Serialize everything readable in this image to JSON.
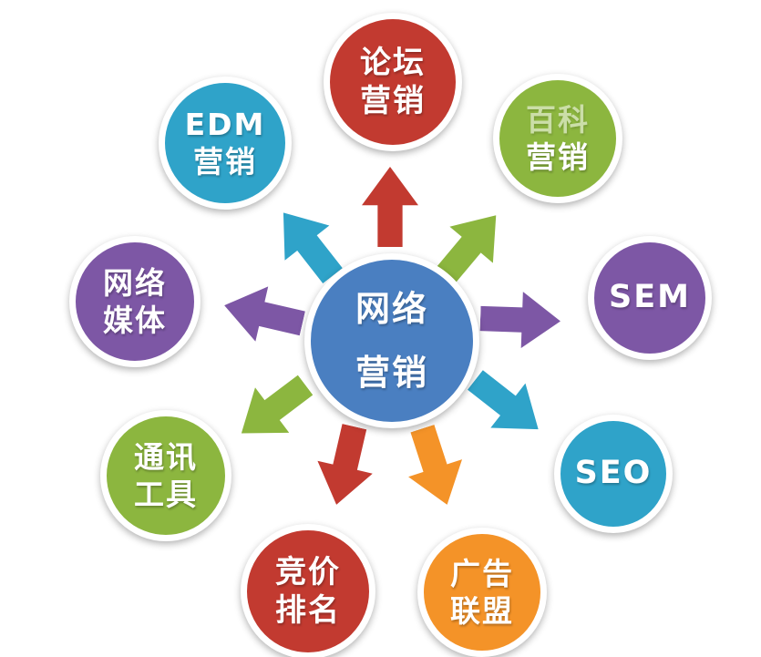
{
  "diagram_title": "网络营销",
  "colors": {
    "red": "#c23a30",
    "teal": "#2fa3c9",
    "green": "#8cb63f",
    "purple": "#7d57a5",
    "blue": "#4a7fc1",
    "orange": "#f49328",
    "background": "#ffffff"
  },
  "center": {
    "lines": [
      "网络",
      "营销"
    ],
    "color": "#4a7fc1"
  },
  "nodes": [
    {
      "id": "forum-marketing",
      "lines": [
        "论坛",
        "营销"
      ],
      "color": "#c23a30"
    },
    {
      "id": "baike-marketing",
      "lines": [
        "百科",
        "营销"
      ],
      "color": "#8cb63f"
    },
    {
      "id": "sem",
      "lines": [
        "SEM"
      ],
      "color": "#7d57a5"
    },
    {
      "id": "seo",
      "lines": [
        "SEO"
      ],
      "color": "#2fa3c9"
    },
    {
      "id": "ad-alliance",
      "lines": [
        "广告",
        "联盟"
      ],
      "color": "#f49328"
    },
    {
      "id": "bidding-ranking",
      "lines": [
        "竞价",
        "排名"
      ],
      "color": "#c23a30"
    },
    {
      "id": "communication-tools",
      "lines": [
        "通讯",
        "工具"
      ],
      "color": "#8cb63f"
    },
    {
      "id": "network-media",
      "lines": [
        "网络",
        "媒体"
      ],
      "color": "#7d57a5"
    },
    {
      "id": "edm-marketing",
      "lines": [
        "EDM",
        "营销"
      ],
      "color": "#2fa3c9"
    }
  ],
  "arrows": [
    {
      "id": "arrow-to-forum",
      "color": "#c23a30"
    },
    {
      "id": "arrow-to-edm",
      "color": "#2fa3c9"
    },
    {
      "id": "arrow-to-baike",
      "color": "#8cb63f"
    },
    {
      "id": "arrow-to-media",
      "color": "#7d57a5"
    },
    {
      "id": "arrow-to-sem",
      "color": "#7d57a5"
    },
    {
      "id": "arrow-to-tools",
      "color": "#8cb63f"
    },
    {
      "id": "arrow-to-seo",
      "color": "#2fa3c9"
    },
    {
      "id": "arrow-to-bidding",
      "color": "#c23a30"
    },
    {
      "id": "arrow-to-ads",
      "color": "#f49328"
    }
  ]
}
